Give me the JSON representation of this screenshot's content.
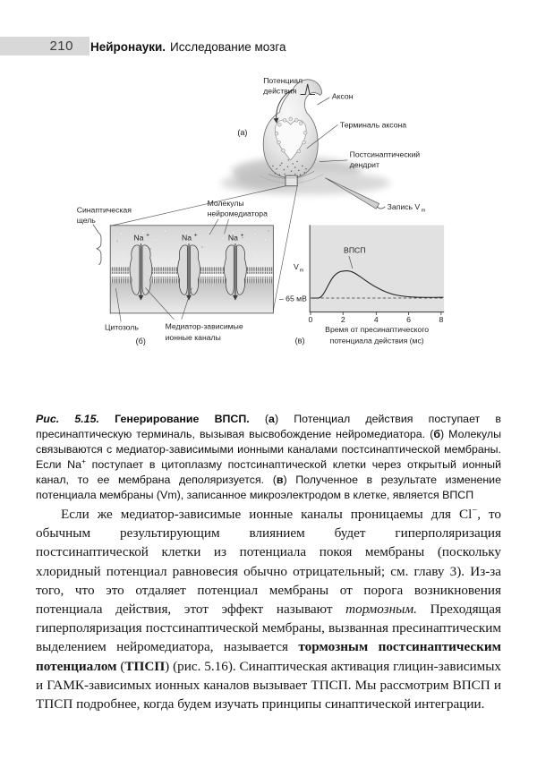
{
  "header": {
    "page_number": "210",
    "book_title": "Нейронауки.",
    "book_subtitle": "Исследование мозга"
  },
  "figure": {
    "panel_a": {
      "tag": "(а)",
      "action_potential_l1": "Потенциал",
      "action_potential_l2": "действия",
      "axon": "Аксон",
      "axon_terminal": "Терминаль аксона",
      "dendrite_l1": "Постсинаптический",
      "dendrite_l2": "дендрит",
      "recording": "Запись V",
      "recording_sub": "m"
    },
    "panel_b": {
      "tag": "(б)",
      "cleft_l1": "Синаптическая",
      "cleft_l2": "щель",
      "molecules_l1": "Молекулы",
      "molecules_l2": "нейромедиатора",
      "na": "Na",
      "na_sup": "+",
      "cytosol": "Цитозоль",
      "channels_l1": "Медиатор-зависимые",
      "channels_l2": "ионные каналы"
    },
    "panel_v": {
      "tag": "(в)",
      "epsp": "ВПСП",
      "vm": "V",
      "vm_sub": "m",
      "baseline": "– 65 мВ",
      "ticks": [
        "0",
        "2",
        "4",
        "6",
        "8"
      ],
      "xlabel_l1": "Время от пресинаптического",
      "xlabel_l2": "потенциала действия (мс)"
    }
  },
  "chart_data": {
    "type": "line",
    "title": "ВПСП",
    "xlabel": "Время от пресинаптического потенциала действия (мс)",
    "ylabel": "Vm",
    "x_ticks": [
      0,
      2,
      4,
      6,
      8
    ],
    "xlim": [
      0,
      8.3
    ],
    "baseline_label": "– 65 мВ",
    "baseline_mv": -65,
    "grid": false,
    "plot_bg": "#e1e1e1",
    "series": [
      {
        "name": "ВПСП",
        "x": [
          0,
          0.5,
          1,
          1.5,
          2,
          2.3,
          3,
          4,
          5,
          6,
          7,
          8
        ],
        "y_mv": [
          -65,
          -65,
          -62.5,
          -60.5,
          -59.6,
          -59.5,
          -61,
          -63,
          -64.2,
          -64.7,
          -64.9,
          -65
        ]
      }
    ]
  },
  "caption": {
    "runs": [
      {
        "t": "Рис. 5.15. ",
        "s": "bi"
      },
      {
        "t": "Генерирование ВПСП. ",
        "s": "b"
      },
      {
        "t": "(",
        "s": ""
      },
      {
        "t": "а",
        "s": "b"
      },
      {
        "t": ") Потенциал действия поступает в пресинаптическую терминаль, вызывая высвобождение нейромедиатора. (",
        "s": ""
      },
      {
        "t": "б",
        "s": "b"
      },
      {
        "t": ") Молекулы связываются с медиатор-зависимыми ионными каналами постсинаптической мембраны. Если Na",
        "s": ""
      },
      {
        "t": "+",
        "s": "sup"
      },
      {
        "t": " поступает в цитоплазму постсинаптической клетки через открытый ионный канал, то ее мембрана деполяризуется. (",
        "s": ""
      },
      {
        "t": "в",
        "s": "b"
      },
      {
        "t": ") Полученное в результате изменение потенциала мембраны (Vm), записанное микроэлектродом в клетке, является ВПСП",
        "s": ""
      }
    ]
  },
  "paragraph": {
    "runs": [
      {
        "t": "Если же медиатор-зависимые ионные каналы проницаемы для Cl",
        "s": ""
      },
      {
        "t": "−",
        "s": "sup"
      },
      {
        "t": ", то обычным результирующим влиянием будет гиперполяризация постсинаптической клетки из потенциала покоя мембраны (поскольку хлоридный потенциал равновесия обычно отрицательный; см. главу 3). Из-за того, что это отдаляет потенциал мембраны от порога возникновения потенциала действия, этот эффект называют ",
        "s": ""
      },
      {
        "t": "тормозным.",
        "s": "i"
      },
      {
        "t": " Преходящая гиперполяризация постсинаптической мембраны, вызванная пресинаптическим выделением нейромедиатора, называется ",
        "s": ""
      },
      {
        "t": "тормозным постсинаптическим потенциалом",
        "s": "b"
      },
      {
        "t": " (",
        "s": ""
      },
      {
        "t": "ТПСП",
        "s": "b"
      },
      {
        "t": ") (рис. 5.16). Синаптическая активация глицин-зависимых и ГАМК-зависимых ионных каналов вызывает ТПСП. Мы рассмотрим ВПСП и ТПСП подробнее, когда будем изучать принципы синаптической интеграции.",
        "s": ""
      }
    ]
  }
}
